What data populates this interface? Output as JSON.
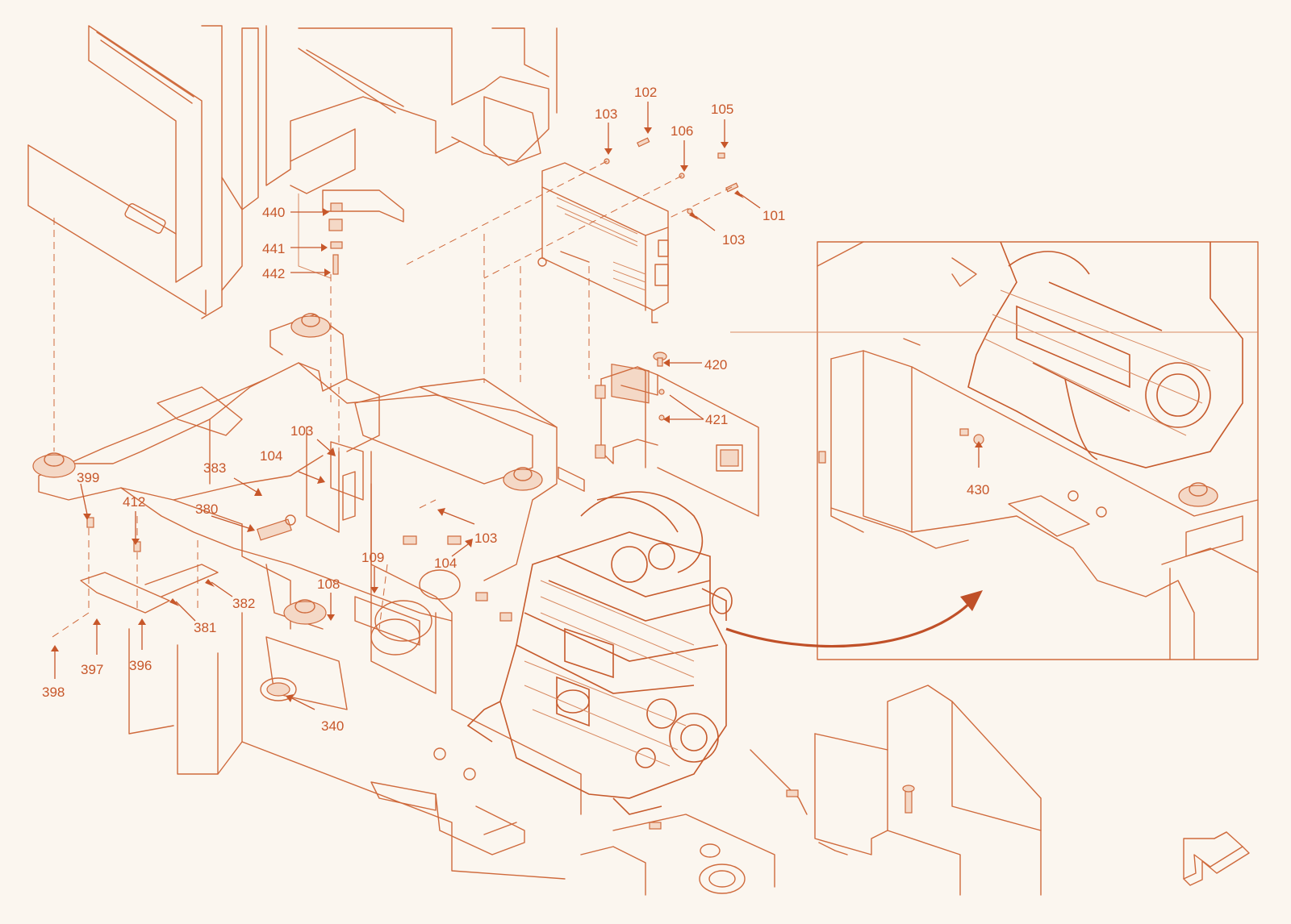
{
  "colors": {
    "background": "#fbf6ef",
    "line": "#cf6a3c",
    "label": "#c7572a",
    "accent_arrow": "#c05028"
  },
  "callouts": [
    {
      "id": "c102",
      "text": "102"
    },
    {
      "id": "c103a",
      "text": "103"
    },
    {
      "id": "c105",
      "text": "105"
    },
    {
      "id": "c106",
      "text": "106"
    },
    {
      "id": "c101",
      "text": "101"
    },
    {
      "id": "c103b",
      "text": "103"
    },
    {
      "id": "c440",
      "text": "440"
    },
    {
      "id": "c441",
      "text": "441"
    },
    {
      "id": "c442",
      "text": "442"
    },
    {
      "id": "c420",
      "text": "420"
    },
    {
      "id": "c421",
      "text": "421"
    },
    {
      "id": "c103c",
      "text": "103"
    },
    {
      "id": "c104a",
      "text": "104"
    },
    {
      "id": "c383",
      "text": "383"
    },
    {
      "id": "c399",
      "text": "399"
    },
    {
      "id": "c412",
      "text": "412"
    },
    {
      "id": "c380",
      "text": "380"
    },
    {
      "id": "c103d",
      "text": "103"
    },
    {
      "id": "c109",
      "text": "109"
    },
    {
      "id": "c104b",
      "text": "104"
    },
    {
      "id": "c108",
      "text": "108"
    },
    {
      "id": "c382",
      "text": "382"
    },
    {
      "id": "c381",
      "text": "381"
    },
    {
      "id": "c397",
      "text": "397"
    },
    {
      "id": "c396",
      "text": "396"
    },
    {
      "id": "c398",
      "text": "398"
    },
    {
      "id": "c340",
      "text": "340"
    },
    {
      "id": "c430",
      "text": "430"
    }
  ],
  "icons": {
    "orientation_arrow": "orientation-arrow-icon",
    "detail_pointer": "curved-arrow-icon"
  }
}
